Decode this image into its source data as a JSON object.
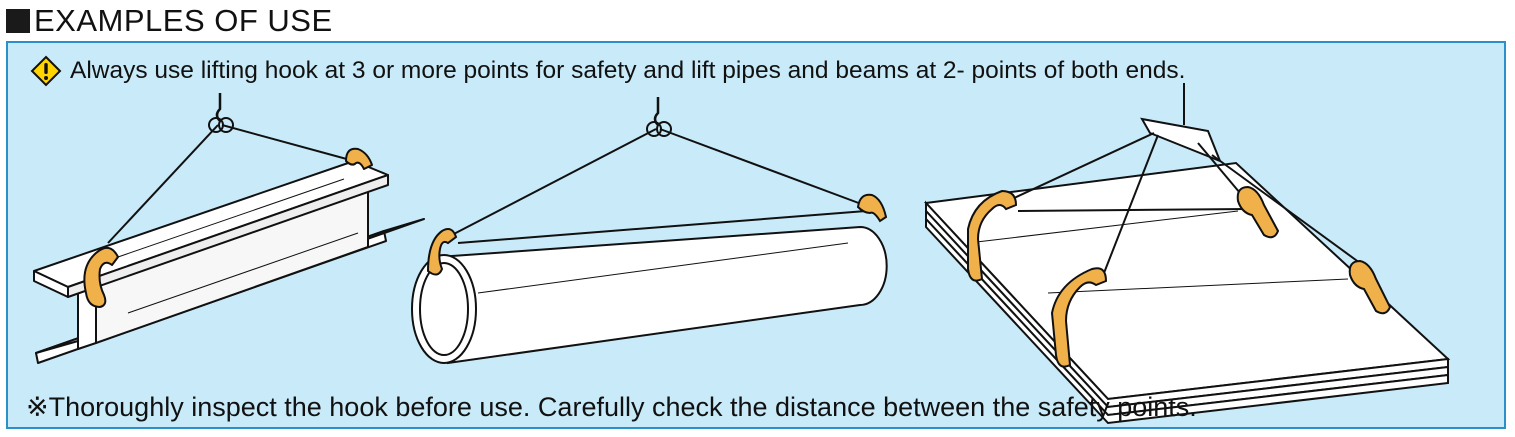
{
  "heading": {
    "text": "EXAMPLES OF USE"
  },
  "notice": {
    "icon": "warning-exclamation-icon",
    "text": "Always use lifting hook at 3 or more points for safety and lift pipes and beams at 2- points of both ends."
  },
  "footer": {
    "text": "※Thoroughly inspect the hook before use.   Carefully check the distance between the safety points."
  },
  "colors": {
    "panel_bg": "#c9eaf8",
    "panel_border": "#2b8fc9",
    "hook": "#f0b04a",
    "warning": "#ffd400"
  },
  "illustrations": [
    {
      "name": "i-beam-illustration"
    },
    {
      "name": "pipe-illustration"
    },
    {
      "name": "plate-stack-illustration"
    }
  ]
}
